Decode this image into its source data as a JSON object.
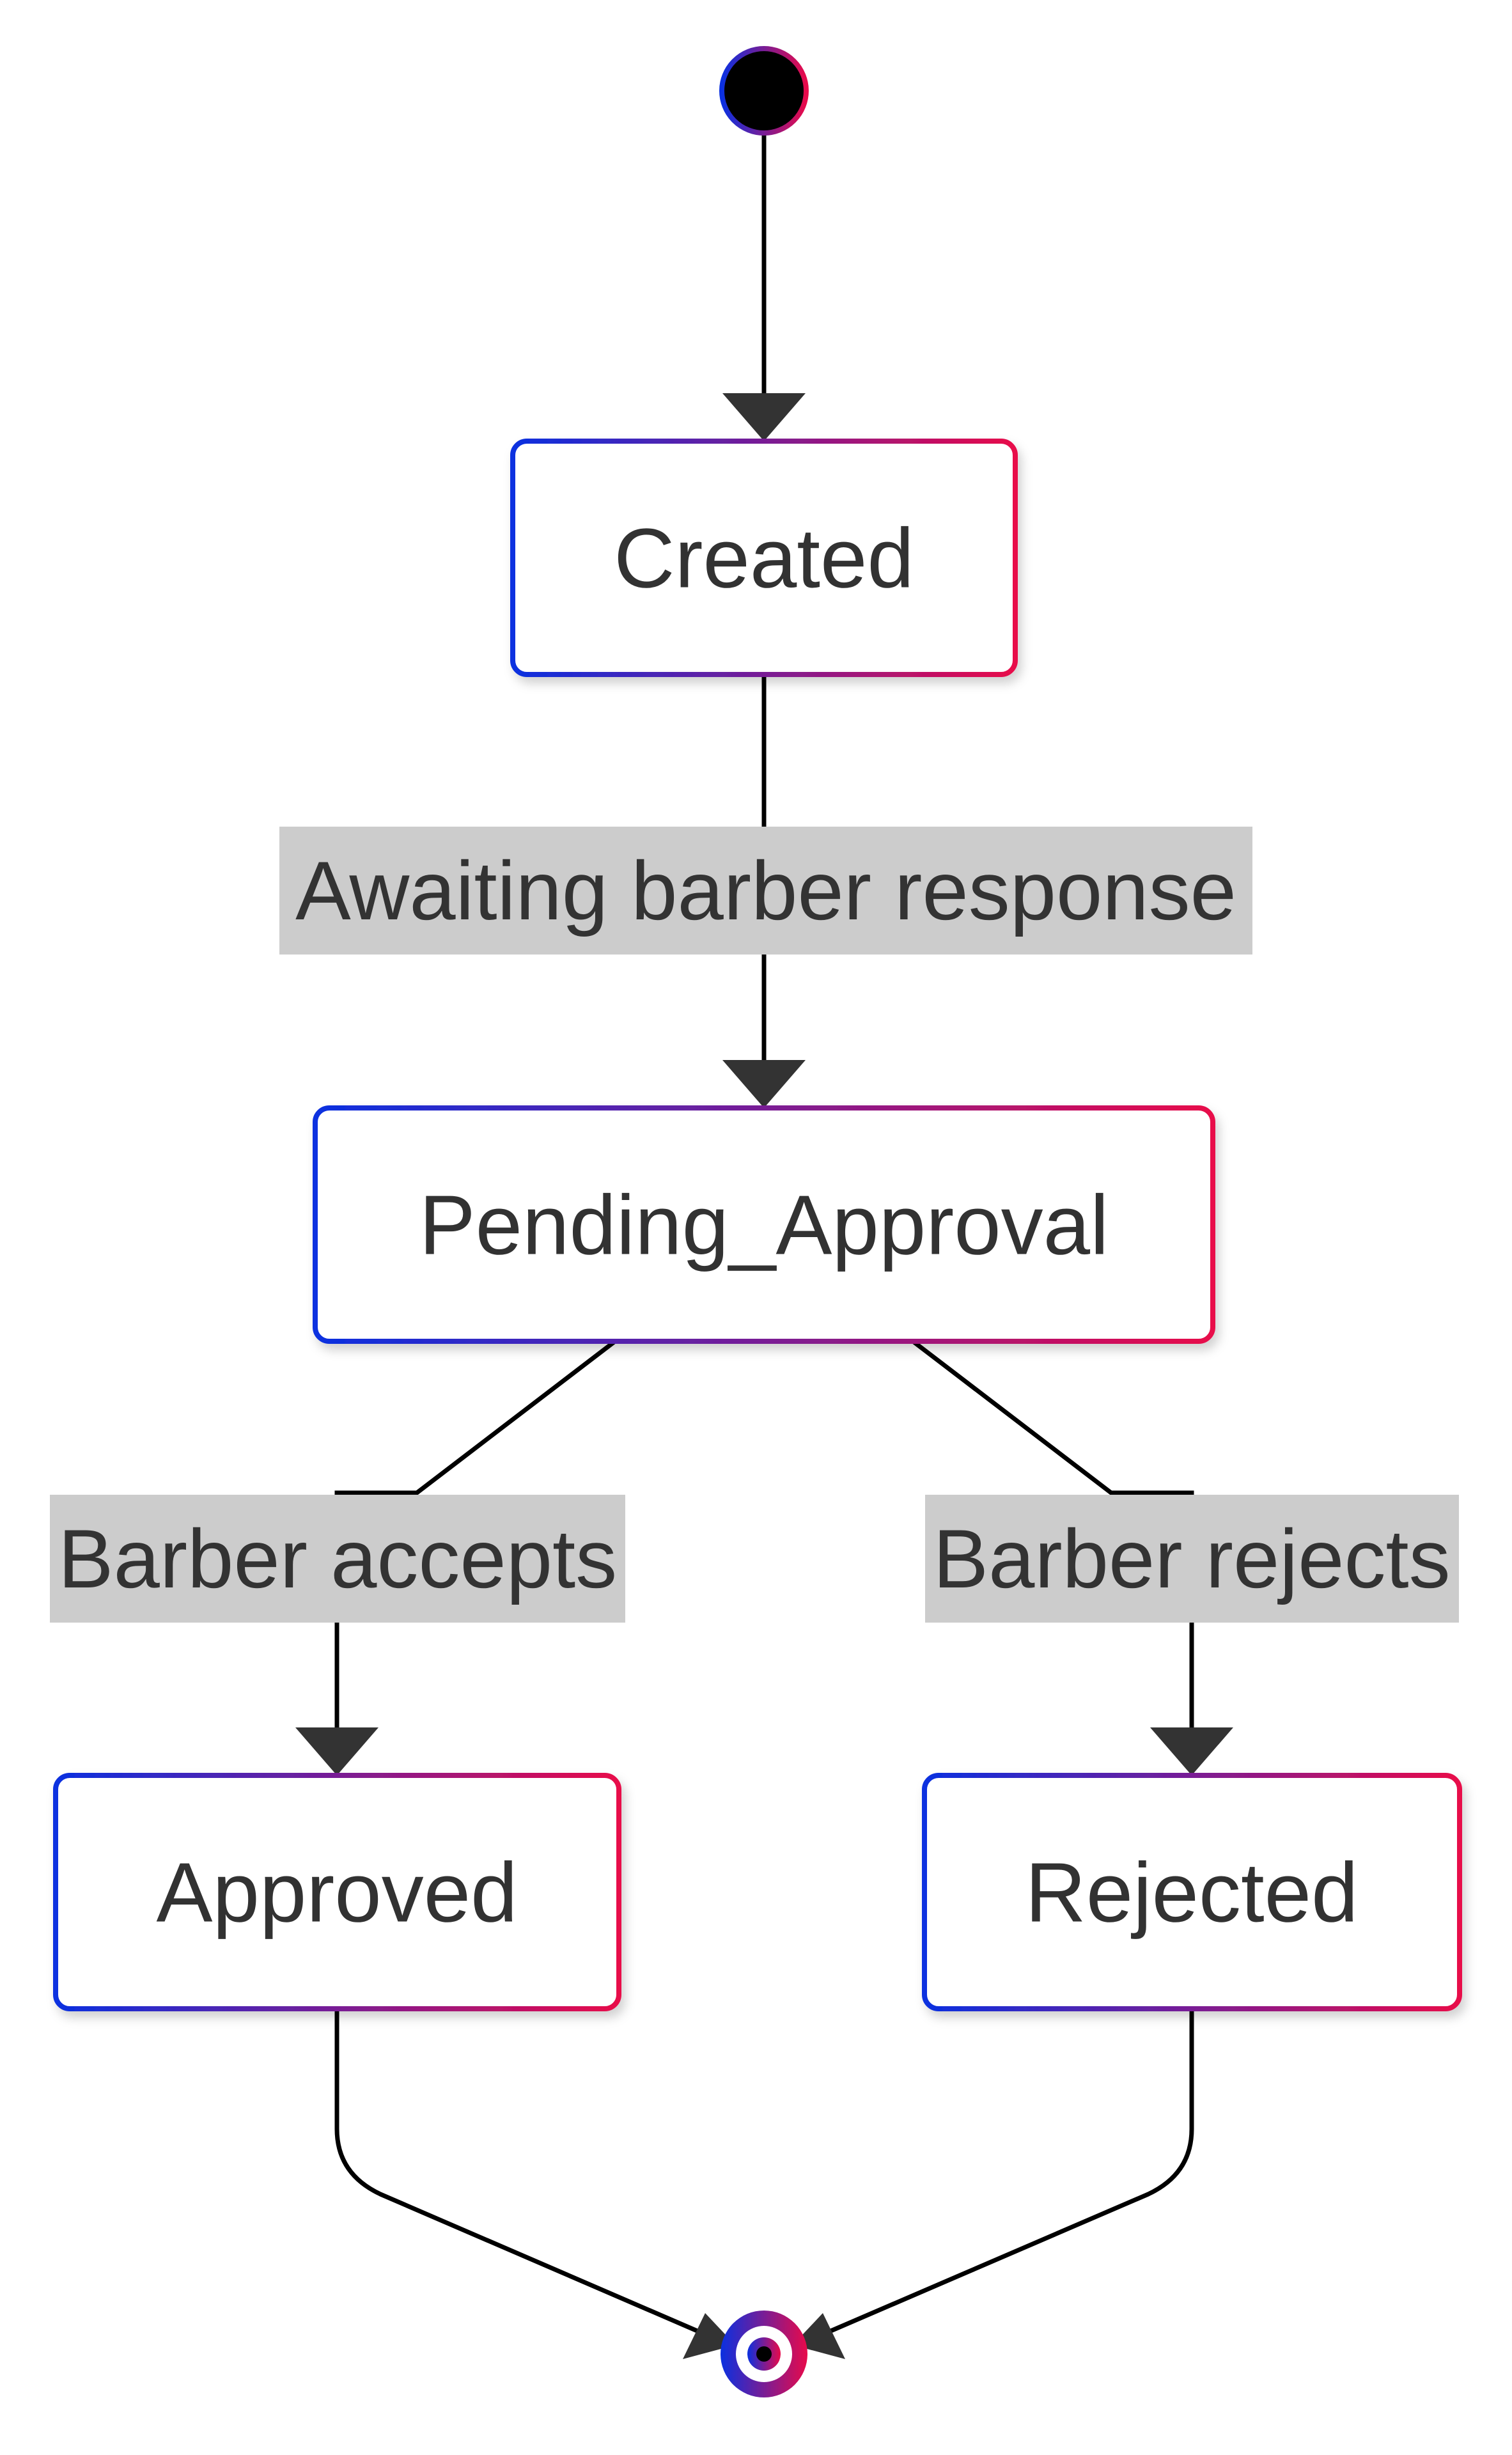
{
  "colors": {
    "gradient_start": "#0a30e0",
    "gradient_end": "#e80a4a",
    "node_fill": "#ffffff",
    "edge": "#000000",
    "arrow": "#333333",
    "label_background": "#cccccc",
    "text": "#333333",
    "start_fill": "#000000"
  },
  "states": {
    "created": "Created",
    "pending": "Pending_Approval",
    "approved": "Approved",
    "rejected": "Rejected"
  },
  "transitions": {
    "created_to_pending": "Awaiting barber response",
    "pending_to_approved": "Barber accepts",
    "pending_to_rejected": "Barber rejects"
  }
}
